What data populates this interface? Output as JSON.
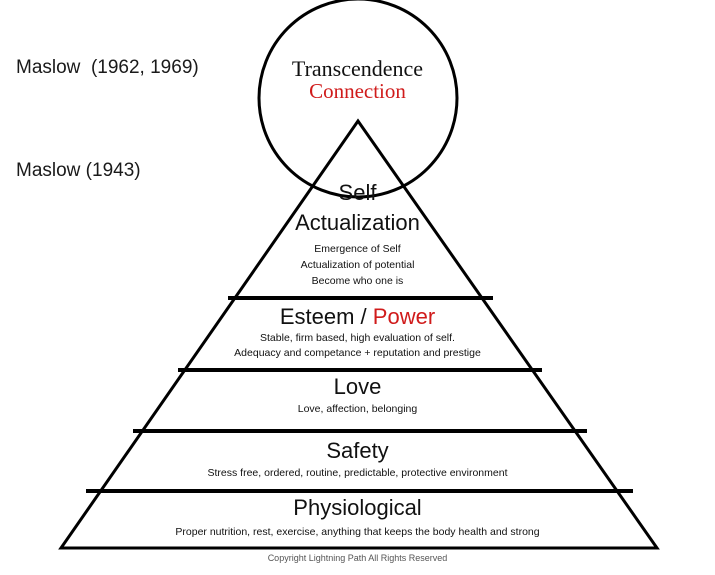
{
  "colors": {
    "accent": "#d01b1b",
    "line": "#000000"
  },
  "side_labels": {
    "top": "Maslow  (1962, 1969)",
    "bottom": "Maslow (1943)"
  },
  "circle": {
    "title": "Transcendence",
    "subtitle": "Connection"
  },
  "levels": {
    "self_actualization": {
      "title_line1": "Self",
      "title_line2": "Actualization",
      "desc": [
        "Emergence of Self",
        "Actualization of potential",
        "Become who one is"
      ]
    },
    "esteem": {
      "title": "Esteem /",
      "title_accent": "Power",
      "desc": [
        "Stable, firm based, high evaluation of self.",
        "Adequacy and competance + reputation and prestige"
      ]
    },
    "love": {
      "title": "Love",
      "desc": [
        "Love, affection, belonging"
      ]
    },
    "safety": {
      "title": "Safety",
      "desc": [
        "Stress free, ordered, routine, predictable, protective environment"
      ]
    },
    "physiological": {
      "title": "Physiological",
      "desc": [
        "Proper nutrition, rest, exercise, anything that keeps the body health and strong"
      ]
    }
  },
  "copyright": "Copyright Lightning Path All Rights Reserved"
}
